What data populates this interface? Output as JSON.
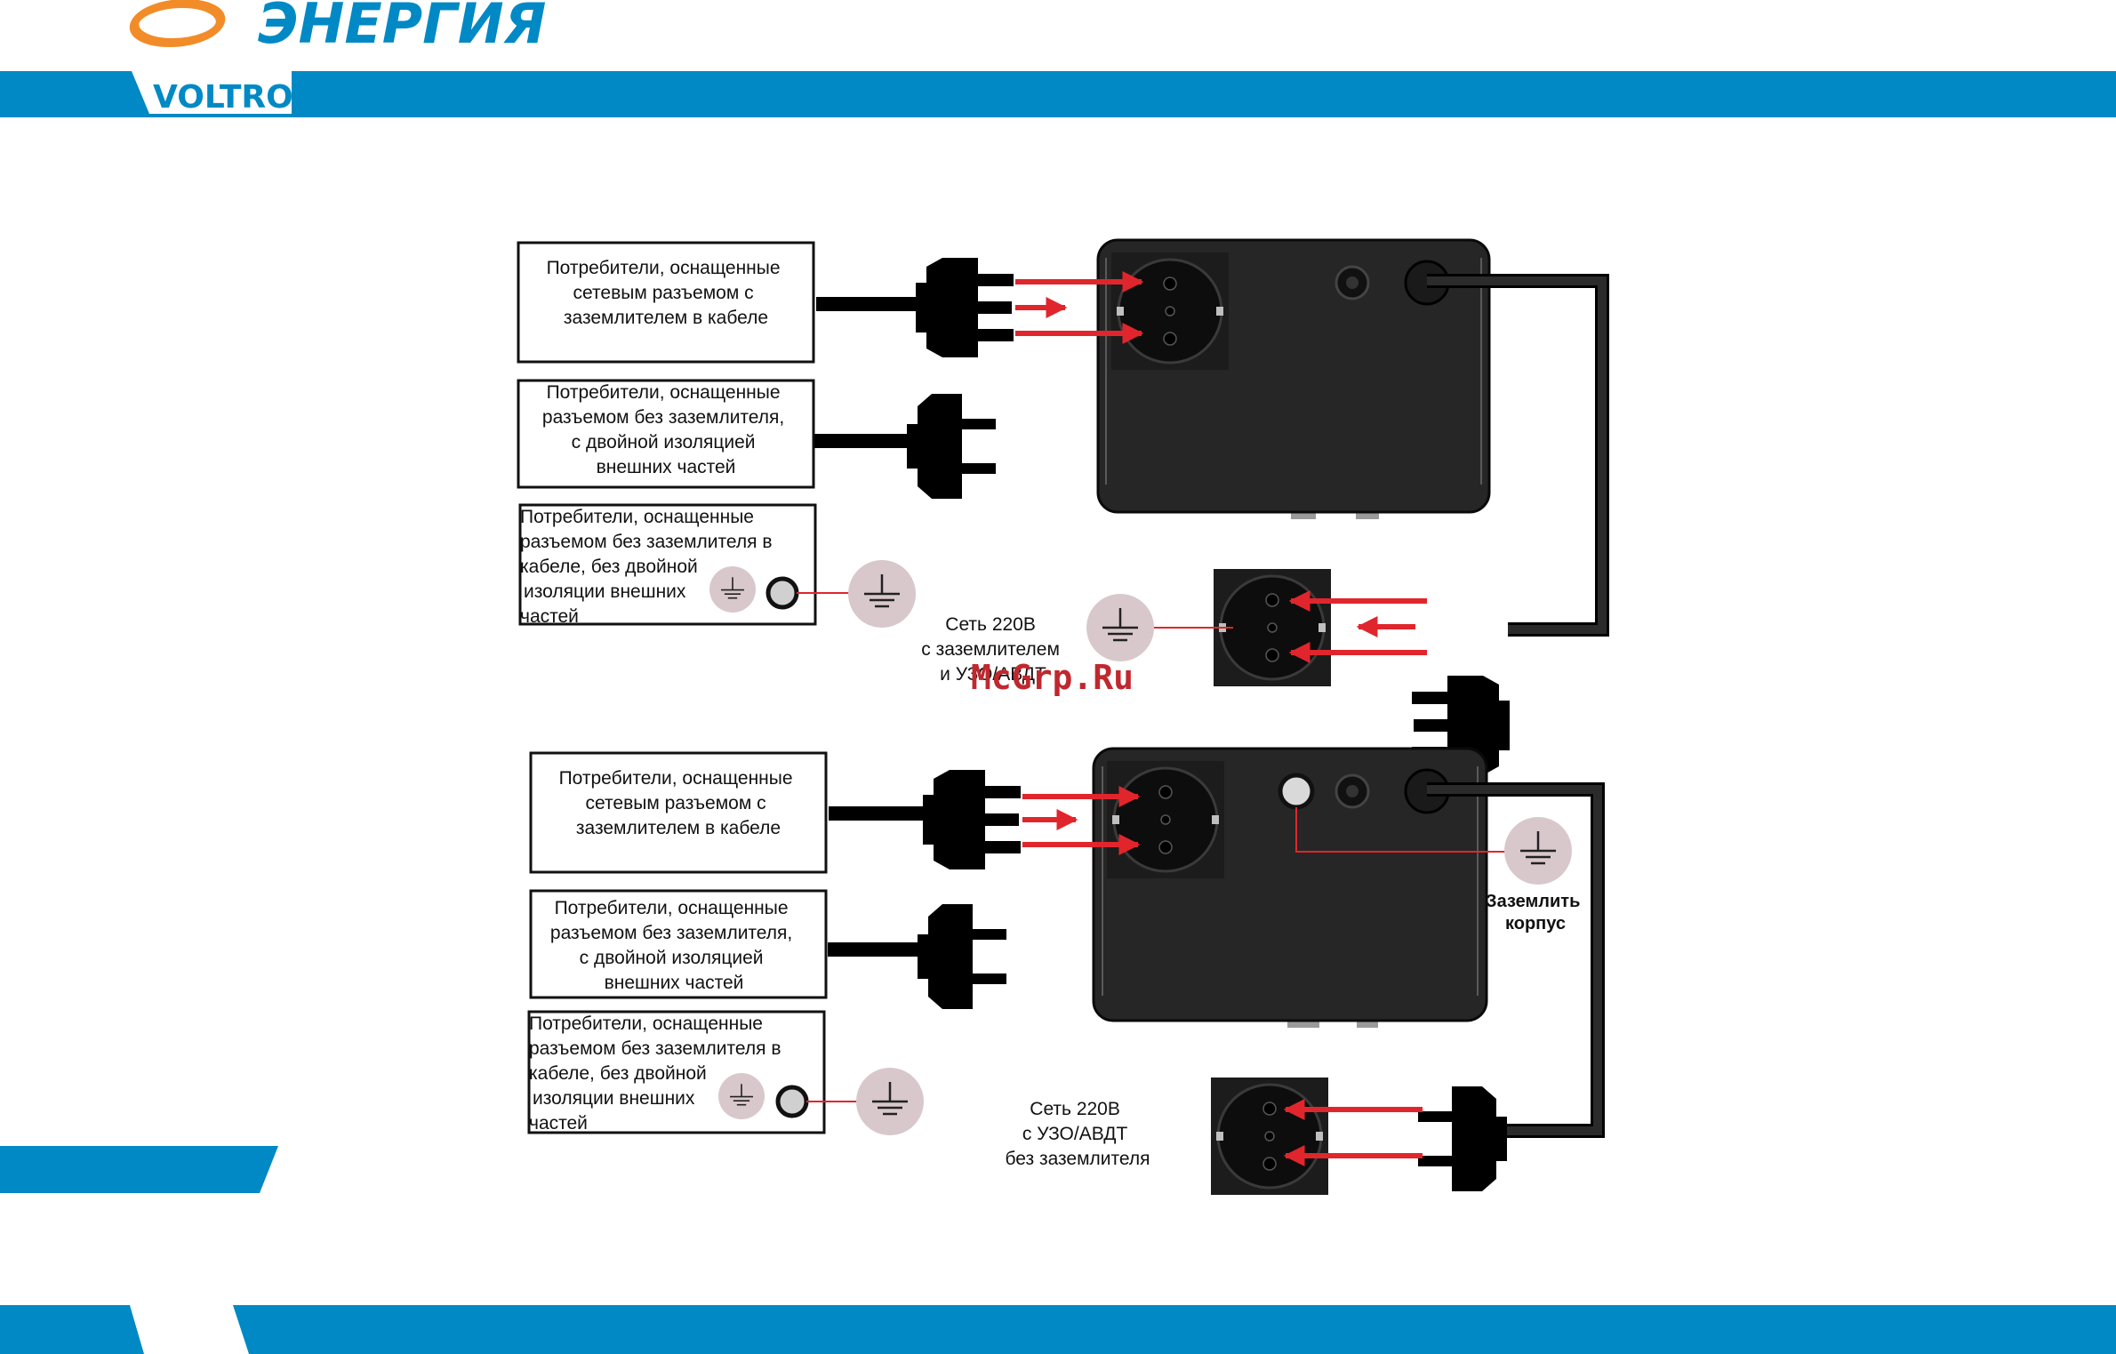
{
  "header": {
    "brand_name": "ЭНЕРГИЯ",
    "sub_brand": "VOLTRON"
  },
  "watermark": "McGrp.Ru",
  "colors": {
    "brand_blue": "#0089c4",
    "brand_orange": "#f28c28",
    "arrow_red": "#e0262c",
    "ground_circle": "#d8c8cc",
    "device_body": "#262626"
  },
  "diagram_top": {
    "consumer_grounded_plug": [
      "Потребители, оснащенные",
      "сетевым разъемом с",
      "заземлителем в кабеле"
    ],
    "consumer_double_insulation": [
      "Потребители, оснащенные",
      "разъемом без заземлителя,",
      "с двойной изоляцией",
      "внешних частей"
    ],
    "consumer_no_ground": [
      "Потребители, оснащенные",
      "разъемом без заземлителя в",
      "кабеле, без двойной",
      "изоляции внешних",
      "частей"
    ],
    "mains_label": [
      "Сеть 220В",
      "с заземлителем",
      "и УЗО/АВДТ"
    ]
  },
  "diagram_bottom": {
    "consumer_grounded_plug": [
      "Потребители, оснащенные",
      "сетевым разъемом с",
      "заземлителем в кабеле"
    ],
    "consumer_double_insulation": [
      "Потребители, оснащенные",
      "разъемом без заземлителя,",
      "с двойной изоляцией",
      "внешних частей"
    ],
    "consumer_no_ground": [
      "Потребители, оснащенные",
      "разъемом без заземлителя в",
      "кабеле, без двойной",
      "изоляции внешних",
      "частей"
    ],
    "mains_label": [
      "Сеть 220В",
      "с УЗО/АВДТ",
      "без заземлителя"
    ],
    "ground_case_label": [
      "Заземлить",
      "корпус"
    ]
  }
}
